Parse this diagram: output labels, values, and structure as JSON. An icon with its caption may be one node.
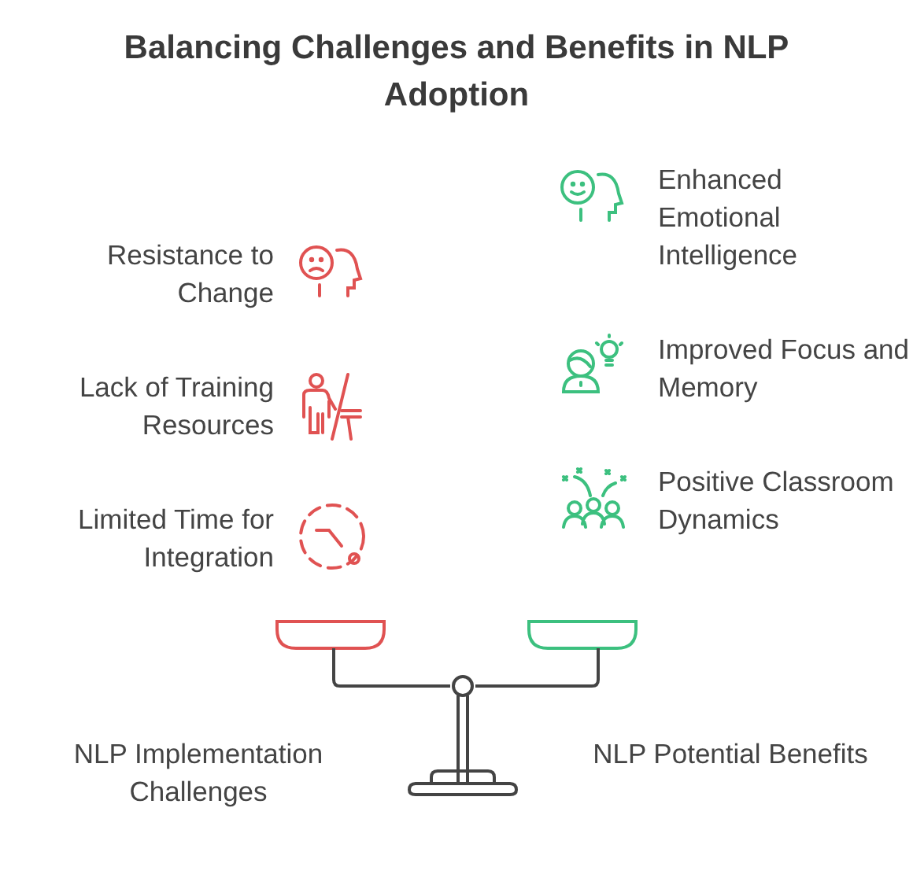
{
  "diagram": {
    "title": "Balancing Challenges and Benefits in NLP Adoption",
    "labels": [
      "Enhanced Emotional Intelligence",
      "Resistance to Change",
      "Improved Focus and Memory",
      "Lack of Training Resources",
      "Positive Classroom Dynamics",
      "Limited Time for Integration",
      "NLP Implementation Challenges",
      "NLP Potential Benefits"
    ]
  }
}
